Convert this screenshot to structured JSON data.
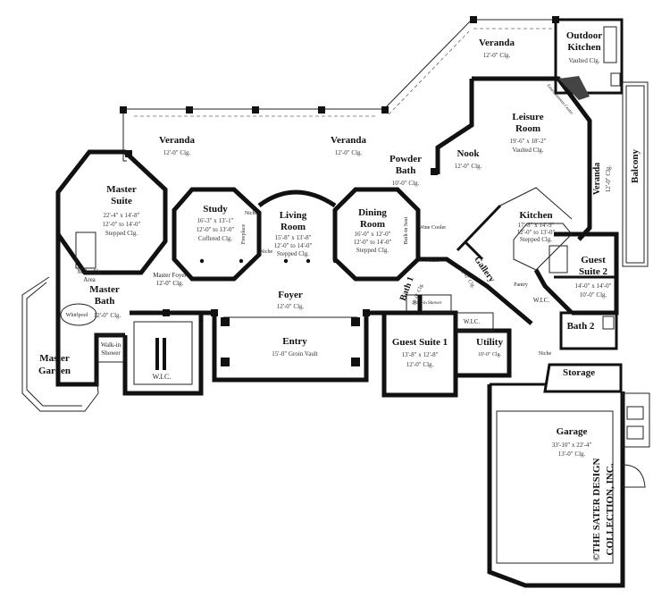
{
  "rooms": {
    "outdoor_kitchen": {
      "name1": "Outdoor",
      "name2": "Kitchen",
      "dim": "Vaulted Clg."
    },
    "veranda_top": {
      "name": "Veranda",
      "dim": "12'-0\" Clg."
    },
    "veranda_left": {
      "name": "Veranda",
      "dim": "12'-0\" Clg."
    },
    "veranda_mid": {
      "name": "Veranda",
      "dim": "12'-0\" Clg."
    },
    "veranda_right": {
      "name": "Veranda",
      "dim": "12'-0\" Clg."
    },
    "leisure": {
      "name1": "Leisure",
      "name2": "Room",
      "dim1": "19'-6\" x 18'-2\"",
      "dim2": "Vaulted Clg."
    },
    "nook": {
      "name": "Nook",
      "dim": "12'-0\" Clg."
    },
    "powder": {
      "name1": "Powder",
      "name2": "Bath",
      "dim": "10'-0\" Clg."
    },
    "master_suite": {
      "name1": "Master",
      "name2": "Suite",
      "dim1": "22'-4\" x 14'-8\"",
      "dim2": "12'-0\" to 14'-0\"",
      "dim3": "Stepped Clg."
    },
    "study": {
      "name": "Study",
      "dim1": "16'-3\" x 13'-1\"",
      "dim2": "12'-0\" to 13'-0\"",
      "dim3": "Coffered Clg."
    },
    "living": {
      "name1": "Living",
      "name2": "Room",
      "dim1": "15'-8\" x 13'-8\"",
      "dim2": "12'-0\" to 14'-0\"",
      "dim3": "Stepped Clg."
    },
    "dining": {
      "name1": "Dining",
      "name2": "Room",
      "dim1": "16'-0\" x 12'-0\"",
      "dim2": "12'-0\" to 14'-0\"",
      "dim3": "Stepped Clg."
    },
    "kitchen": {
      "name": "Kitchen",
      "dim1": "17'-8\" x 14'-9\"",
      "dim2": "12'-0\" to 13'-0\"",
      "dim3": "Stepped Clg."
    },
    "guest_suite_2": {
      "name1": "Guest",
      "name2": "Suite 2",
      "dim1": "14'-0\" x 14'-0\"",
      "dim2": "10'-0\" Clg."
    },
    "balcony": {
      "name": "Balcony"
    },
    "master_bath": {
      "name1": "Master",
      "name2": "Bath",
      "dim": "12'-0\" Clg."
    },
    "make_up": {
      "name1": "Make-Up",
      "name2": "Area"
    },
    "master_garden": {
      "name1": "Master",
      "name2": "Garden"
    },
    "walk_in_shower": {
      "name1": "Walk-in",
      "name2": "Shower"
    },
    "wic_master": {
      "name": "W.I.C."
    },
    "master_foyer": {
      "name": "Master Foyer",
      "dim": "12'-0\" Clg."
    },
    "foyer": {
      "name": "Foyer",
      "dim": "12'-0\" Clg."
    },
    "entry": {
      "name": "Entry",
      "dim": "15'-0\" Groin Vault"
    },
    "bath1": {
      "name": "Bath 1",
      "dim": "10'-0\" Clg."
    },
    "gallery": {
      "name": "Gallery",
      "dim": "12'-0\" Clg."
    },
    "guest_suite_1": {
      "name": "Guest Suite 1",
      "dim1": "13'-8\" x 12'-8\"",
      "dim2": "12'-0\" Clg."
    },
    "utility": {
      "name": "Utility",
      "dim": "10'-0\" Clg."
    },
    "wic_g1": {
      "name": "W.I.C."
    },
    "wic_g2": {
      "name": "W.I.C."
    },
    "bath2": {
      "name": "Bath 2"
    },
    "storage": {
      "name": "Storage"
    },
    "garage": {
      "name": "Garage",
      "dim1": "33'-10\" x 22'-4\"",
      "dim2": "13'-0\" Clg."
    },
    "pantry": {
      "name": "Pantry"
    }
  },
  "labels": {
    "niche": "Niche",
    "fireplace": "Fireplace",
    "builtin_seat": "Built-in Seat",
    "wine_cooler": "Wine Cooler",
    "entertainment_center": "Entertainment Center",
    "whirlpool": "Whirlpool",
    "walkin_shower_g1": "Walk-in Shower"
  },
  "copyright": {
    "line1": "©THE SATER DESIGN",
    "line2": "COLLECTION, INC."
  }
}
